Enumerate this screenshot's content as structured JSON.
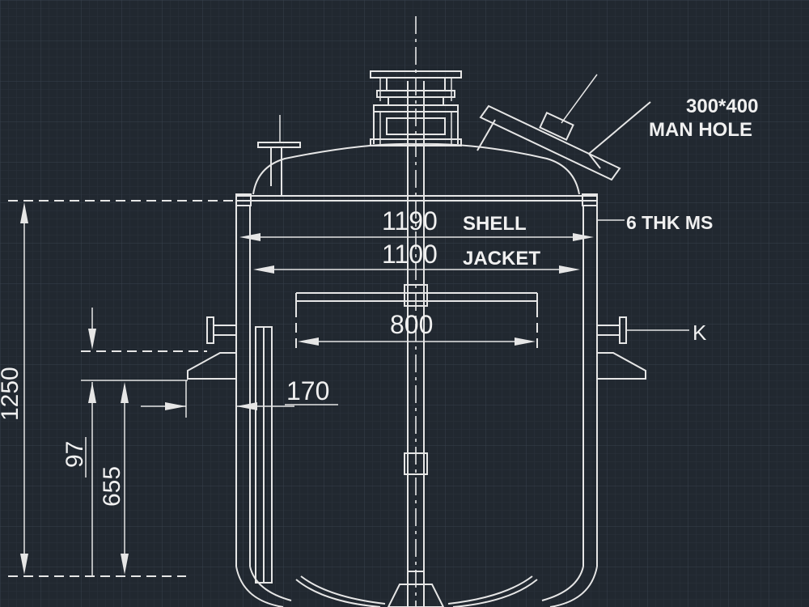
{
  "labels": {
    "manhole_size": "300*400",
    "manhole_name": "MAN HOLE",
    "shell_dim": "1190",
    "shell_label": "SHELL",
    "shell_thk": "6 THK MS",
    "jacket_dim": "1100",
    "jacket_label": "JACKET",
    "agitator_dim": "800",
    "nozzle_k": "K",
    "dim_170": "170",
    "dim_1250": "1250",
    "dim_97": "97",
    "dim_655": "655"
  },
  "colors": {
    "background": "#212830",
    "grid_minor": "#2b333c",
    "grid_major": "#39434e",
    "linework": "#e6e6e6"
  }
}
